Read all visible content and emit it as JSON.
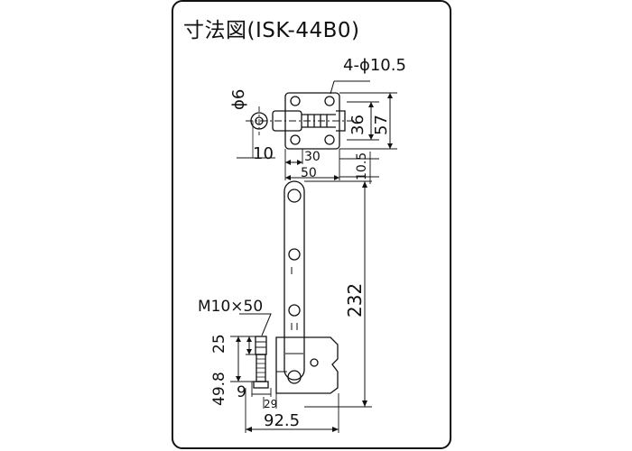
{
  "title": "寸法図(ISK-44B0)",
  "dims": {
    "hole": "4-ϕ10.5",
    "dia6": "ϕ6",
    "d36": "36",
    "d57": "57",
    "d10": "10",
    "d30": "30",
    "d50": "50",
    "d10_5": "10.5",
    "d232": "232",
    "bolt": "M10×50",
    "d25": "25",
    "d49_8": "49.8",
    "d9": "9",
    "d29": "29",
    "d92_5": "92.5"
  }
}
